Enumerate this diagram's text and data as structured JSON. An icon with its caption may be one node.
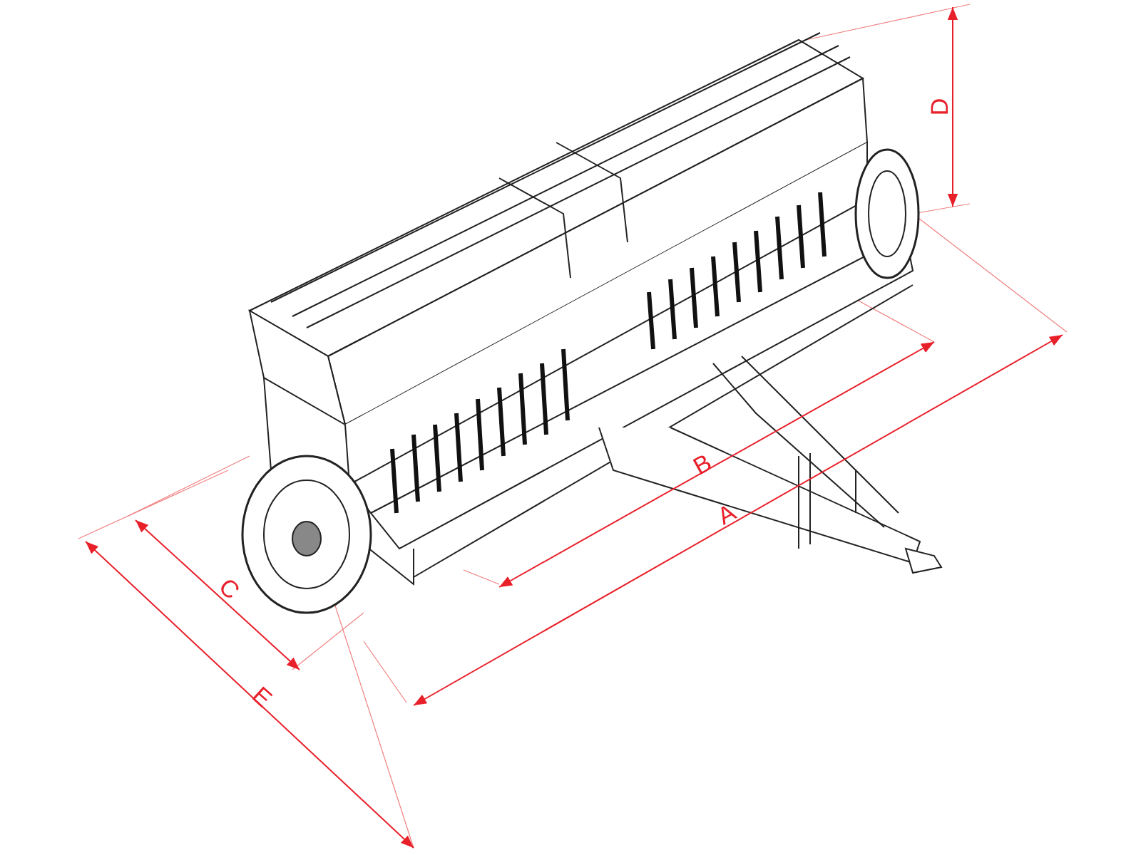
{
  "diagram": {
    "labels": [
      "D",
      "B",
      "A",
      "C",
      "E"
    ]
  }
}
